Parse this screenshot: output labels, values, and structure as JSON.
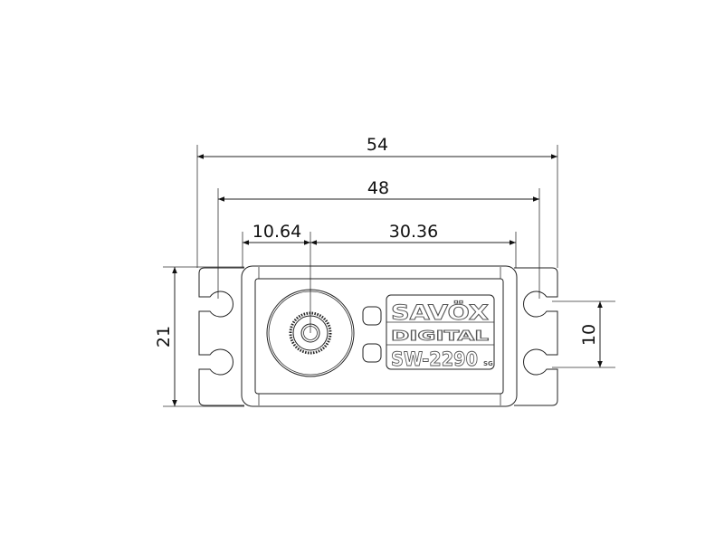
{
  "dimensions": {
    "overall_width": "54",
    "hole_spacing_width": "48",
    "shaft_offset": "10.64",
    "shaft_to_body": "30.36",
    "height": "21",
    "hole_spacing_height": "10"
  },
  "label": {
    "brand": "SAVÖX",
    "type": "DIGITAL",
    "model": "SW-2290",
    "suffix": "SG"
  },
  "colors": {
    "line": "#222222",
    "background": "#ffffff"
  }
}
